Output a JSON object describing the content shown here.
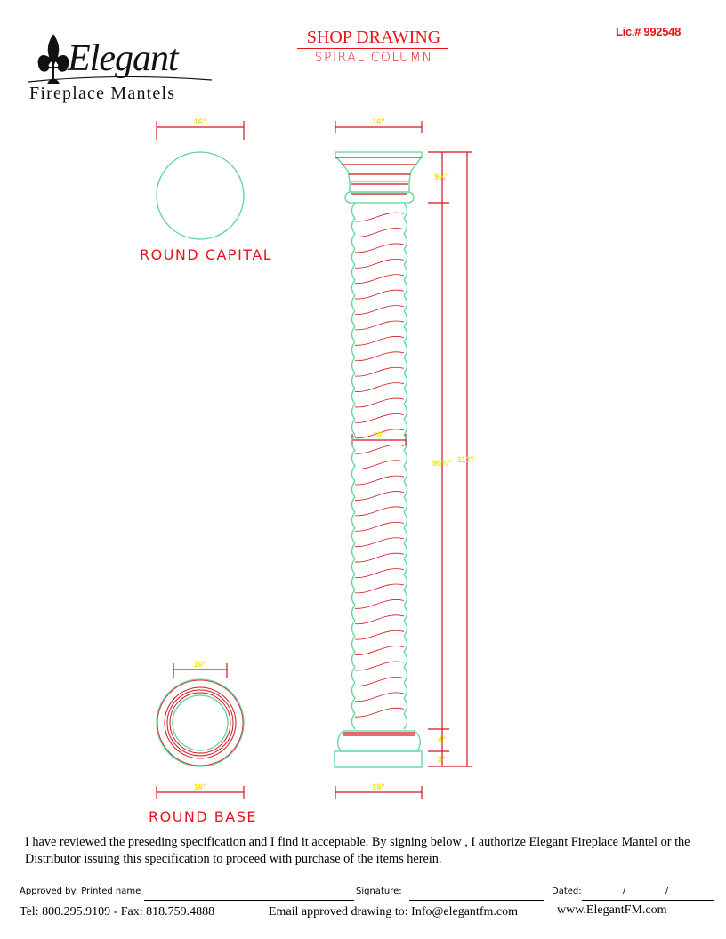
{
  "header": {
    "license": "Lic.# 992548",
    "title": "SHOP DRAWING",
    "subtitle": "SPIRAL COLUMN"
  },
  "logo": {
    "brand": "Elegant",
    "tagline": "Fireplace Mantels"
  },
  "drawing": {
    "capital_label": "ROUND CAPITAL",
    "capital_width": "16\"",
    "base_label": "ROUND BASE",
    "base_inner": "10\"",
    "base_outer": "16\"",
    "column_top_width": "16\"",
    "column_shaft_width": "10\"",
    "column_base_width": "16\"",
    "capital_height": "9¼\"",
    "shaft_height": "96¾\"",
    "total_height": "113\"",
    "torus_height": "4\"",
    "plinth_height": "3\"",
    "colors": {
      "outline": "#5fd39a",
      "dimension": "#d4141c",
      "dim_text": "#f2e600"
    }
  },
  "approval": {
    "statement": "I have reviewed the preseding specification and I find it acceptable. By signing below , I authorize Elegant Fireplace Mantel or the Distributor issuing this specification to proceed with purchase of the items herein.",
    "approved_by_label": "Approved by:  Printed name",
    "signature_label": "Signature:",
    "dated_label": "Dated:",
    "date_sep": "/"
  },
  "footer": {
    "phone_fax": "Tel: 800.295.9109 - Fax: 818.759.4888",
    "email": "Email approved drawing to: Info@elegantfm.com",
    "website": "www.ElegantFM.com"
  }
}
